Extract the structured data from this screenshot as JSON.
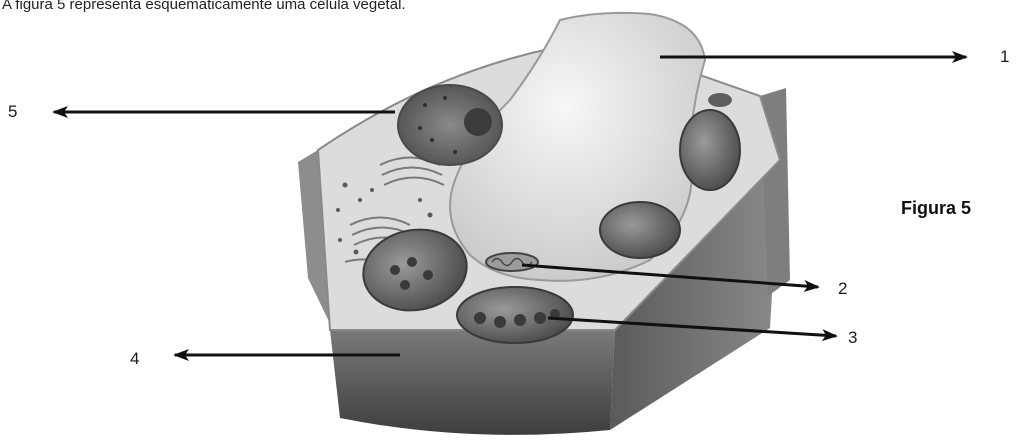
{
  "caption": "A figura 5 representa esquematicamente uma célula vegetal.",
  "figure_label": "Figura 5",
  "labels": [
    "1",
    "2",
    "3",
    "4",
    "5"
  ],
  "colors": {
    "ink": "#111111",
    "cell_wall": "#6e6e6e",
    "cytoplasm": "#d9d9d9",
    "vacuole": "#efefef"
  }
}
